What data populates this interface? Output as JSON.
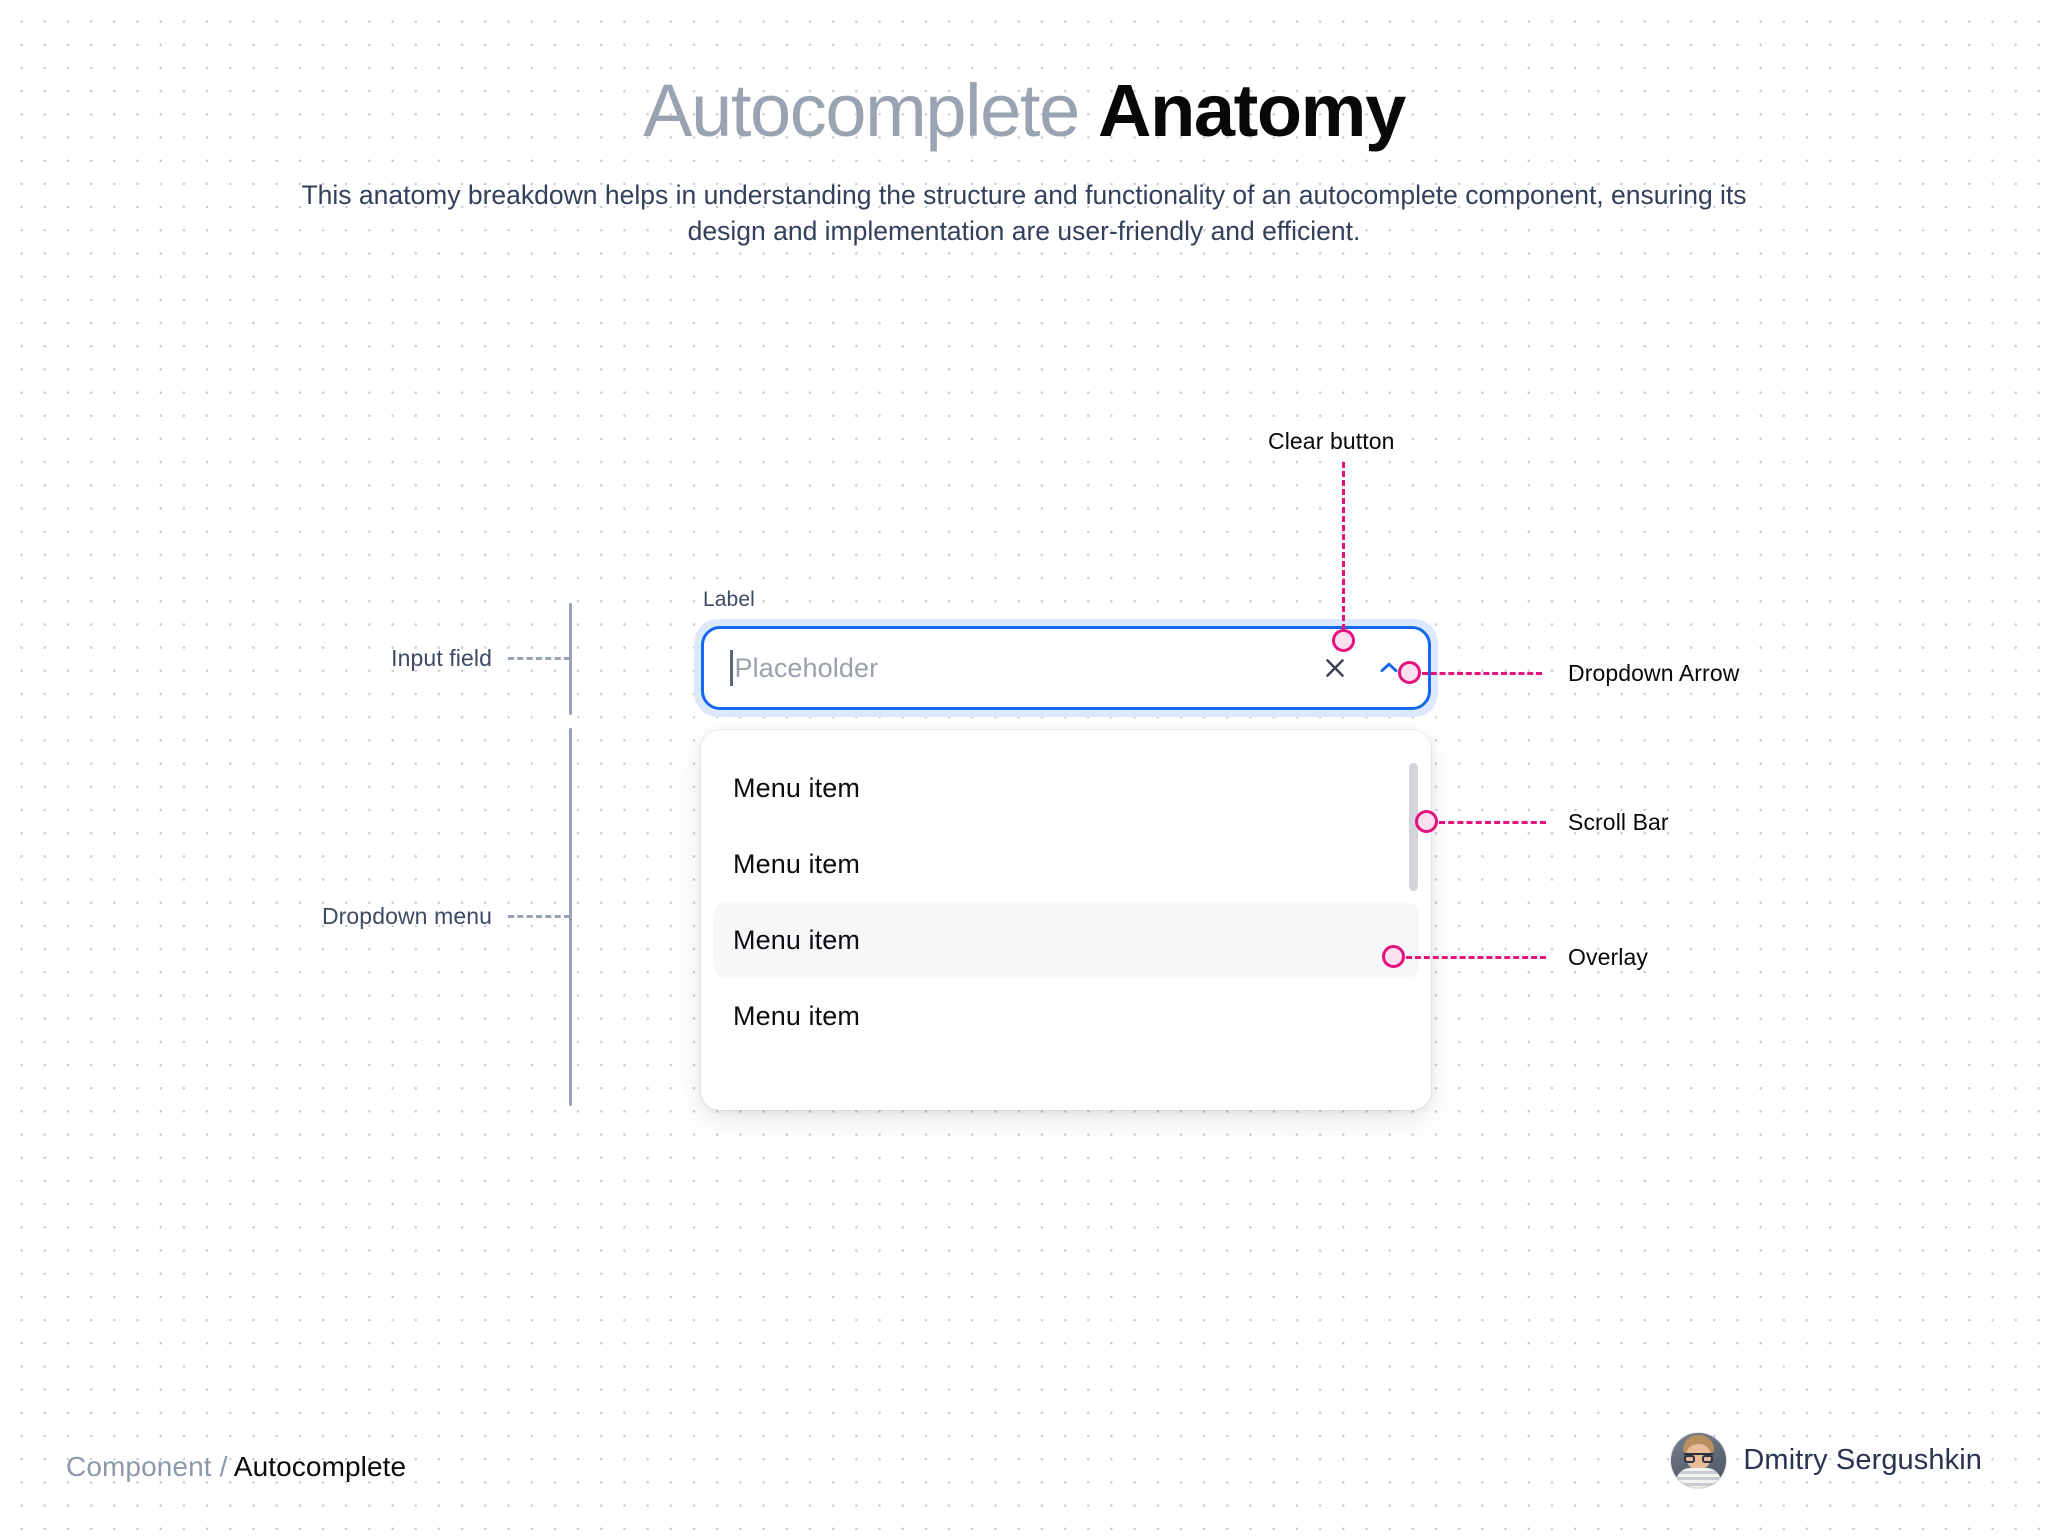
{
  "header": {
    "title_light": "Autocomplete",
    "title_bold": "Anatomy",
    "subtitle": "This anatomy breakdown helps in understanding the structure and functionality of an autocomplete component, ensuring its design and implementation are user-friendly and efficient."
  },
  "component": {
    "field_label": "Label",
    "placeholder": "Placeholder",
    "clear_icon": "close-x-icon",
    "dropdown_icon": "chevron-up-icon",
    "menu_items": [
      {
        "label": "Menu item",
        "active": false
      },
      {
        "label": "Menu item",
        "active": false
      },
      {
        "label": "Menu item",
        "active": true
      },
      {
        "label": "Menu item",
        "active": false
      }
    ]
  },
  "annotations": {
    "left": [
      {
        "label": "Input field"
      },
      {
        "label": "Dropdown menu"
      }
    ],
    "callouts": [
      {
        "label": "Clear button"
      },
      {
        "label": "Dropdown Arrow"
      },
      {
        "label": "Scroll Bar"
      },
      {
        "label": "Overlay"
      }
    ]
  },
  "footer": {
    "breadcrumb_dim": "Component",
    "breadcrumb_sep": "/",
    "breadcrumb_strong": "Autocomplete",
    "author_name": "Dmitry Sergushkin"
  },
  "colors": {
    "accent_blue": "#1368ec",
    "annotation_pink": "#e3127c",
    "title_light": "#9aa3b2",
    "title_bold": "#07080a",
    "subtitle": "#32405c",
    "bracket_gray": "#97a2b6"
  }
}
